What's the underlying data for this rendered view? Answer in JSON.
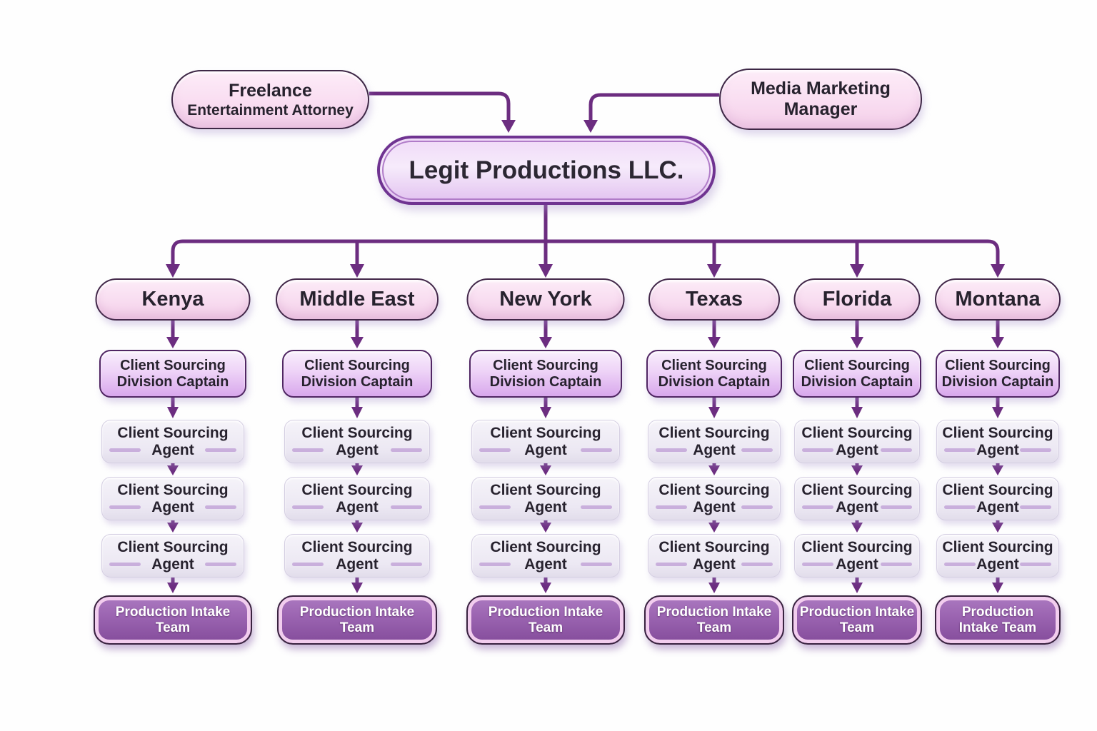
{
  "diagram": {
    "advisors": {
      "attorney": {
        "line1": "Freelance",
        "line2": "Entertainment Attorney"
      },
      "marketing": {
        "line1": "Media Marketing",
        "line2": "Manager"
      }
    },
    "root": {
      "label": "Legit Productions LLC."
    },
    "columns": [
      {
        "region": "Kenya",
        "captain": "Client Sourcing Division Captain",
        "agents": [
          "Client Sourcing Agent",
          "Client Sourcing Agent",
          "Client Sourcing Agent"
        ],
        "team": "Production Intake Team"
      },
      {
        "region": "Middle East",
        "captain": "Client Sourcing Division Captain",
        "agents": [
          "Client Sourcing Agent",
          "Client Sourcing Agent",
          "Client Sourcing Agent"
        ],
        "team": "Production Intake Team"
      },
      {
        "region": "New York",
        "captain": "Client Sourcing Division Captain",
        "agents": [
          "Client Sourcing Agent",
          "Client Sourcing Agent",
          "Client Sourcing Agent"
        ],
        "team": "Production Intake Team"
      },
      {
        "region": "Texas",
        "captain": "Client Sourcing Division Captain",
        "agents": [
          "Client Sourcing Agent",
          "Client Sourcing Agent",
          "Client Sourcing Agent"
        ],
        "team": "Production Intake Team"
      },
      {
        "region": "Florida",
        "captain": "Client Sourcing Division Captain",
        "agents": [
          "Client Sourcing Agent",
          "Client Sourcing Agent",
          "Client Sourcing Agent"
        ],
        "team": "Production Intake Team"
      },
      {
        "region": "Montana",
        "captain": "Client Sourcing Division Captain",
        "agents": [
          "Client Sourcing Agent",
          "Client Sourcing Agent",
          "Client Sourcing Agent"
        ],
        "team": "Production Intake Team"
      }
    ],
    "colors": {
      "connector": "#6c2d80",
      "region_fill": "#f8dcf0",
      "root_border": "#6f3391",
      "captain_fill": "#d8a7ec",
      "agent_fill": "#ece8f3",
      "agent_dash": "#c9afdc",
      "team_fill": "#9a63b0",
      "team_text": "#ffffff",
      "text": "#27222e"
    }
  }
}
